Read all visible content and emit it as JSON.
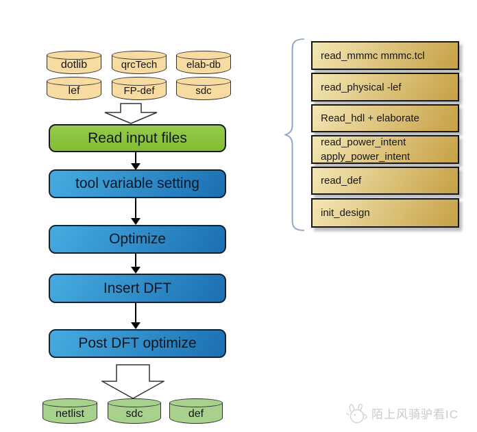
{
  "flow": {
    "inputs": [
      "dotlib",
      "qrcTech",
      "elab-db",
      "lef",
      "FP-def",
      "sdc"
    ],
    "read_step": "Read input files",
    "steps": [
      "tool variable setting",
      "Optimize",
      "Insert DFT",
      "Post DFT optimize"
    ],
    "outputs": [
      "netlist",
      "sdc",
      "def"
    ]
  },
  "commands": [
    {
      "lines": [
        "read_mmmc mmmc.tcl"
      ]
    },
    {
      "lines": [
        "read_physical -lef"
      ]
    },
    {
      "lines": [
        "Read_hdl + elaborate"
      ]
    },
    {
      "lines": [
        "read_power_intent",
        "apply_power_intent"
      ]
    },
    {
      "lines": [
        "read_def"
      ]
    },
    {
      "lines": [
        "init_design"
      ]
    }
  ],
  "watermark": {
    "text": "陌上风骑驴看IC"
  },
  "colors": {
    "input_cylinder": "#F7DBA0",
    "output_cylinder": "#A9D18E",
    "green_box": "#82BE33",
    "green_box_light": "#95CA4B",
    "blue_box_light": "#46ACE0",
    "blue_box_dark": "#1B6FB2",
    "gold_light": "#F4E7B5",
    "gold_dark": "#C6A044",
    "brace": "#8FA8C8"
  }
}
